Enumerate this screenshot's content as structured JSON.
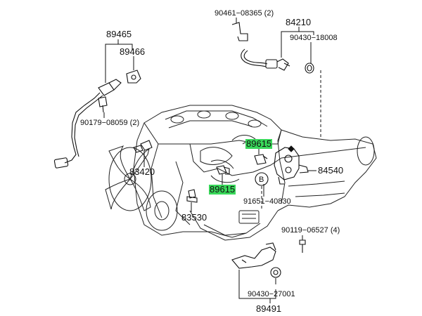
{
  "labels": {
    "p89465": "89465",
    "p89466": "89466",
    "p90179": "90179−08059 (2)",
    "p83420": "83420",
    "p83530": "83530",
    "p89615_upper": "89615",
    "p89615_lower": "89615",
    "p90461": "90461−08365 (2)",
    "p84210": "84210",
    "p90430_18008": "90430−18008",
    "p84540": "84540",
    "p91651": "91651−40830",
    "p90119": "90119−06527 (4)",
    "p90430_27001": "90430−27001",
    "p89491": "89491",
    "ref_b": "B"
  },
  "colors": {
    "highlight": "#39d85a",
    "line": "#111111"
  }
}
